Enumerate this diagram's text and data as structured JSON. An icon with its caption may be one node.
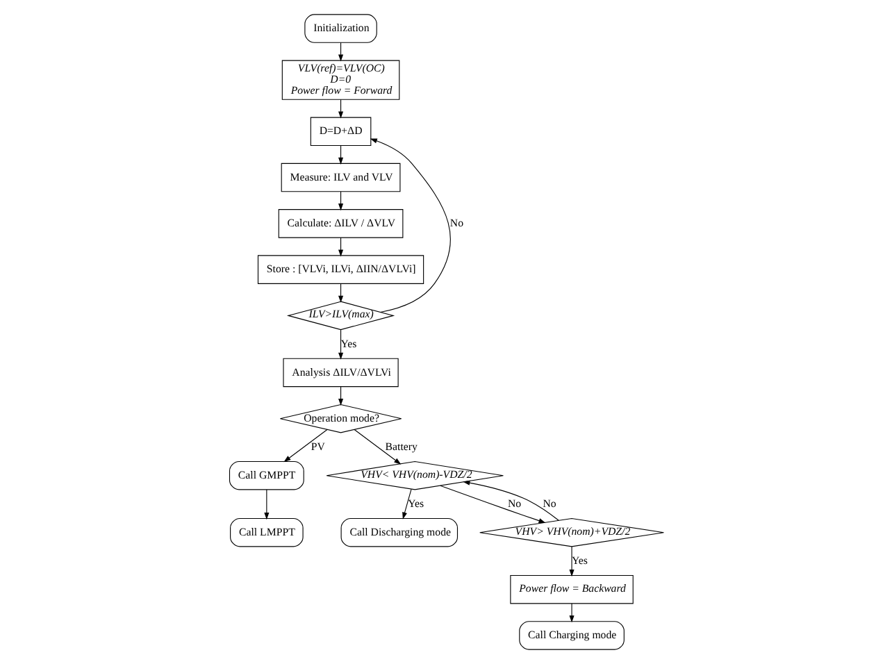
{
  "diagram": {
    "nodes": [
      {
        "text": [
          "Initialization"
        ]
      },
      {
        "text": [
          "VLV(ref)=VLV(OC)",
          "D=0",
          "Power flow = Forward"
        ]
      },
      {
        "text": [
          "D=D+ΔD"
        ]
      },
      {
        "text": [
          "Measure: ILV and VLV"
        ]
      },
      {
        "text": [
          "Calculate: ΔILV / ΔVLV"
        ]
      },
      {
        "text": [
          "Store : [VLVi, ILVi, ΔIIN/ΔVLVi]"
        ]
      },
      {
        "text": [
          "ILV>ILV(max)"
        ]
      },
      {
        "text": [
          "Analysis ΔILV/ΔVLVi"
        ]
      },
      {
        "text": [
          "Operation mode?"
        ]
      },
      {
        "text": [
          "Call GMPPT"
        ]
      },
      {
        "text": [
          "Call LMPPT"
        ]
      },
      {
        "text": [
          "VHV< VHV(nom)-VDZ/2"
        ]
      },
      {
        "text": [
          "Call Discharging mode"
        ]
      },
      {
        "text": [
          "VHV> VHV(nom)+VDZ/2"
        ]
      },
      {
        "text": [
          "Power flow = Backward"
        ]
      },
      {
        "text": [
          "Call Charging mode"
        ]
      }
    ],
    "edges": [
      {
        "from": 0,
        "to": 1,
        "arrow": "to"
      },
      {
        "from": 1,
        "to": 2,
        "arrow": "to"
      },
      {
        "from": 2,
        "to": 3,
        "arrow": "to"
      },
      {
        "from": 3,
        "to": 4,
        "arrow": "to"
      },
      {
        "from": 4,
        "to": 5,
        "arrow": "to"
      },
      {
        "from": 5,
        "to": 6,
        "arrow": "to"
      },
      {
        "from": 6,
        "to": 2,
        "arrow": "to",
        "label": "No"
      },
      {
        "from": 6,
        "to": 7,
        "arrow": "to",
        "label": "Yes"
      },
      {
        "from": 7,
        "to": 8,
        "arrow": "to"
      },
      {
        "from": 8,
        "to": 9,
        "arrow": "to",
        "label": "PV"
      },
      {
        "from": 9,
        "to": 10,
        "arrow": "to"
      },
      {
        "from": 8,
        "to": 11,
        "arrow": "to",
        "label": "Battery"
      },
      {
        "from": 11,
        "to": 12,
        "arrow": "to",
        "label": "Yes"
      },
      {
        "from": 11,
        "to": 13,
        "arrow": "to",
        "label": "No"
      },
      {
        "from": 13,
        "to": 14,
        "arrow": "to",
        "label": "Yes"
      },
      {
        "from": 13,
        "to": 11,
        "arrow": "to",
        "label": "No"
      },
      {
        "from": 14,
        "to": 15,
        "arrow": "to"
      }
    ]
  }
}
